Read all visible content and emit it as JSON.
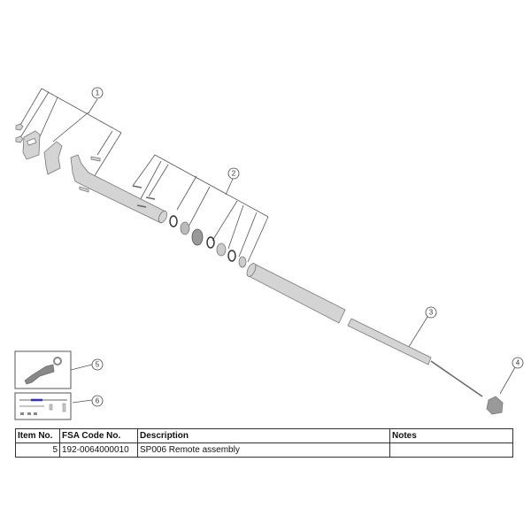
{
  "callouts": [
    "1",
    "2",
    "3",
    "4",
    "5",
    "6"
  ],
  "table": {
    "headers": [
      "Item No.",
      "FSA Code No.",
      "Description",
      "Notes"
    ],
    "rows": [
      {
        "item": "5",
        "code": "192-0064000010",
        "description": "SP006 Remote assembly",
        "notes": ""
      }
    ]
  },
  "colors": {
    "part_fill": "#d4d4d4",
    "part_stroke": "#777777",
    "line": "#555555",
    "cable_blue": "#3030c0"
  }
}
